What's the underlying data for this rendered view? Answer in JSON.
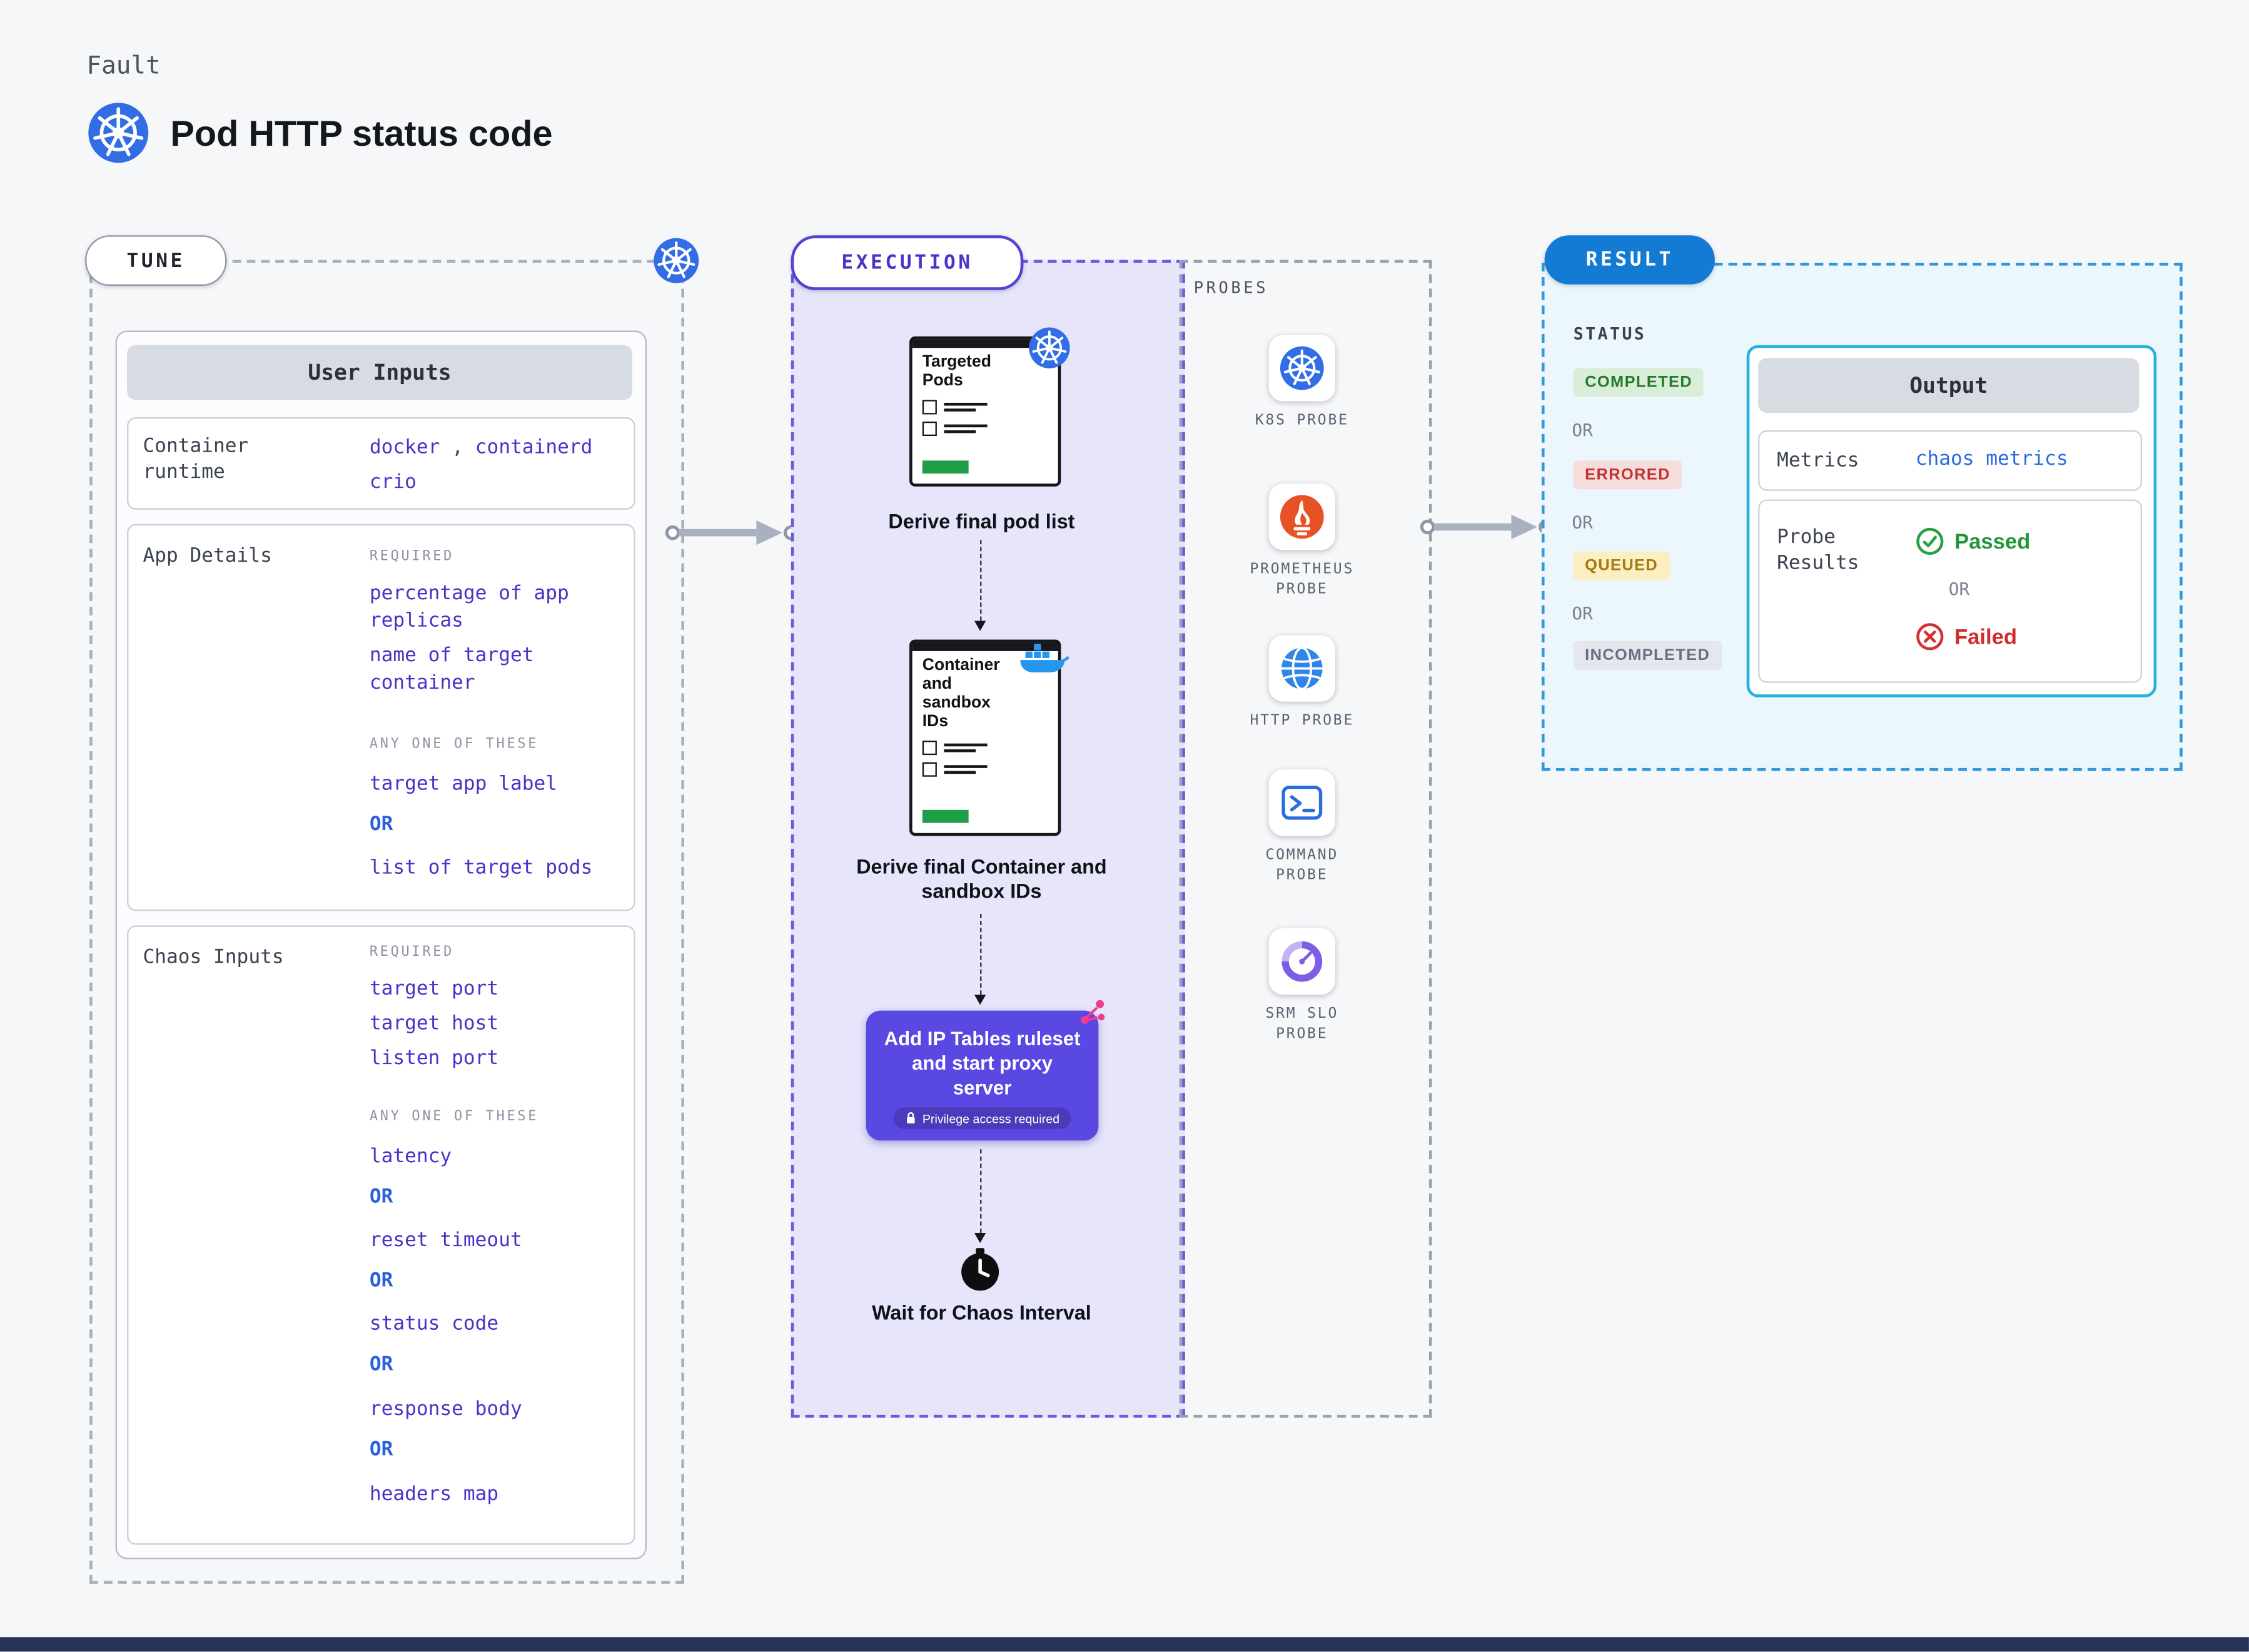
{
  "page": {
    "eyebrow": "Fault",
    "title": "Pod HTTP status code"
  },
  "sections": {
    "tune": "TUNE",
    "execution": "EXECUTION",
    "probes": "PROBES",
    "result": "RESULT"
  },
  "user_inputs": {
    "title": "User Inputs",
    "container_runtime": {
      "label": "Container runtime",
      "separator": ",",
      "options": [
        "docker",
        "containerd",
        "crio"
      ]
    },
    "app_details": {
      "label": "App Details",
      "required_label": "REQUIRED",
      "required_items": [
        "percentage of app replicas",
        "name of target container"
      ],
      "any_one_label": "ANY ONE OF THESE",
      "or": "OR",
      "options": [
        "target app label",
        "list of target pods"
      ]
    },
    "chaos_inputs": {
      "label": "Chaos Inputs",
      "required_label": "REQUIRED",
      "required_items": [
        "target port",
        "target host",
        "listen port"
      ],
      "any_one_label": "ANY ONE OF THESE",
      "or": "OR",
      "options": [
        "latency",
        "reset timeout",
        "status code",
        "response body",
        "headers map"
      ]
    }
  },
  "execution": {
    "steps": [
      {
        "doc_title": "Targeted Pods",
        "caption": "Derive final pod list"
      },
      {
        "doc_title": "Container and sandbox IDs",
        "caption": "Derive final Container and sandbox IDs"
      }
    ],
    "action": {
      "label": "Add IP Tables ruleset and start proxy server",
      "badge": "Privilege access required"
    },
    "wait_caption": "Wait for Chaos Interval"
  },
  "probes": {
    "items": [
      {
        "label": "K8S PROBE"
      },
      {
        "label": "PROMETHEUS PROBE"
      },
      {
        "label": "HTTP PROBE"
      },
      {
        "label": "COMMAND PROBE"
      },
      {
        "label": "SRM SLO PROBE"
      }
    ]
  },
  "result": {
    "status_label": "STATUS",
    "or": "OR",
    "statuses": [
      {
        "label": "COMPLETED"
      },
      {
        "label": "ERRORED"
      },
      {
        "label": "QUEUED"
      },
      {
        "label": "INCOMPLETED"
      }
    ],
    "output": {
      "title": "Output",
      "metrics_label": "Metrics",
      "metrics_value": "chaos metrics",
      "probe_results_label": "Probe Results",
      "passed": "Passed",
      "or": "OR",
      "failed": "Failed"
    }
  },
  "colors": {
    "k8s_blue": "#326de6",
    "input_value_indigo": "#4534c8",
    "or_blue": "#2a60dd",
    "execution_purple": "#5b48e0",
    "execution_fill": "#e6e5fa",
    "result_blue": "#137bd4",
    "result_fill": "#ecf6fd",
    "completed_green": "#247a2e",
    "errored_red": "#c23232",
    "queued_yellow": "#a4790f",
    "incompleted_gray": "#667083",
    "passed_green": "#2aa044",
    "failed_red": "#d43030",
    "progress_green": "#1f9e48",
    "prometheus_orange": "#e75225",
    "docker_blue": "#2496ed"
  }
}
